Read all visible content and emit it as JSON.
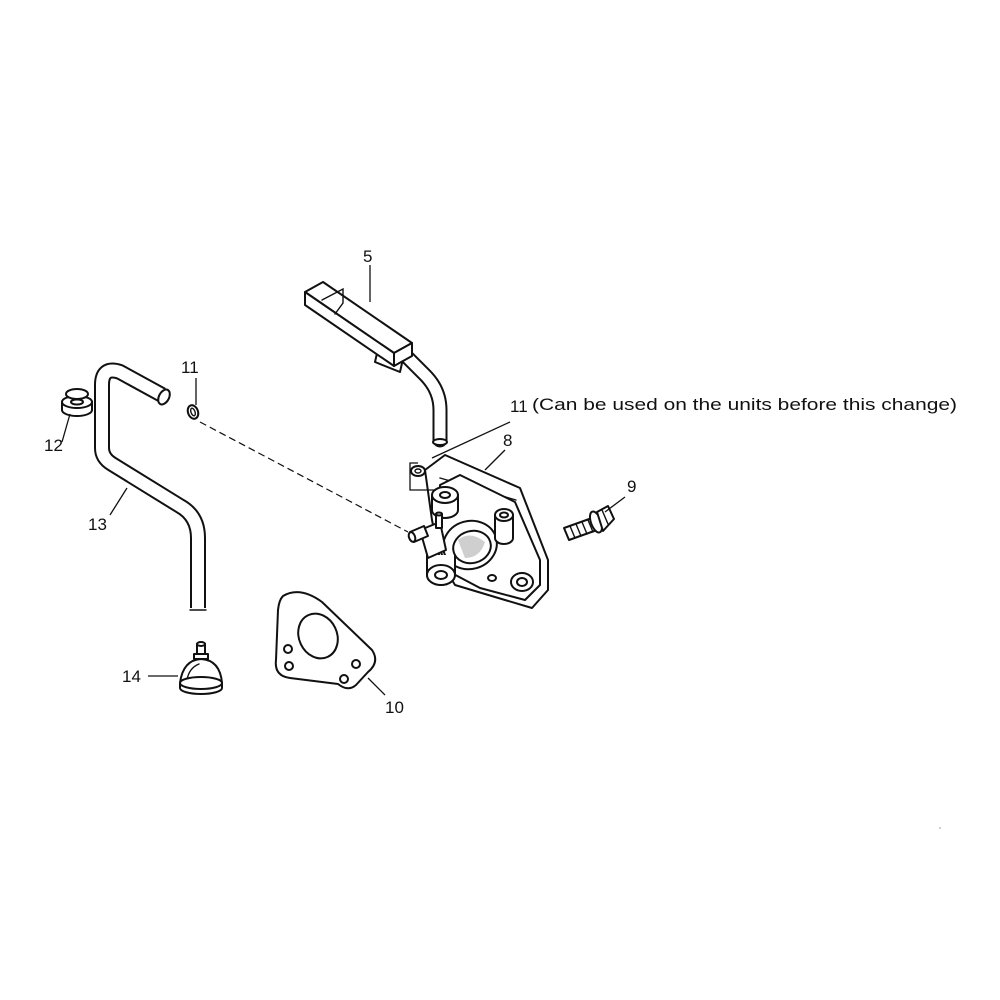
{
  "callouts": {
    "c5": "5",
    "c8": "8",
    "c9": "9",
    "c10": "10",
    "c11_left": "11",
    "c11_right": "11",
    "c11_note": "(Can be used on the units before this change)",
    "c12": "12",
    "c13": "13",
    "c14": "14"
  },
  "parts": [
    {
      "ref": "5",
      "icon": "oil-pipe-icon"
    },
    {
      "ref": "8",
      "icon": "oil-pump-body-icon"
    },
    {
      "ref": "9",
      "icon": "bolt-icon"
    },
    {
      "ref": "10",
      "icon": "gasket-icon"
    },
    {
      "ref": "11",
      "icon": "o-ring-icon"
    },
    {
      "ref": "12",
      "icon": "grommet-icon"
    },
    {
      "ref": "13",
      "icon": "suction-hose-icon"
    },
    {
      "ref": "14",
      "icon": "oil-strainer-icon"
    }
  ]
}
